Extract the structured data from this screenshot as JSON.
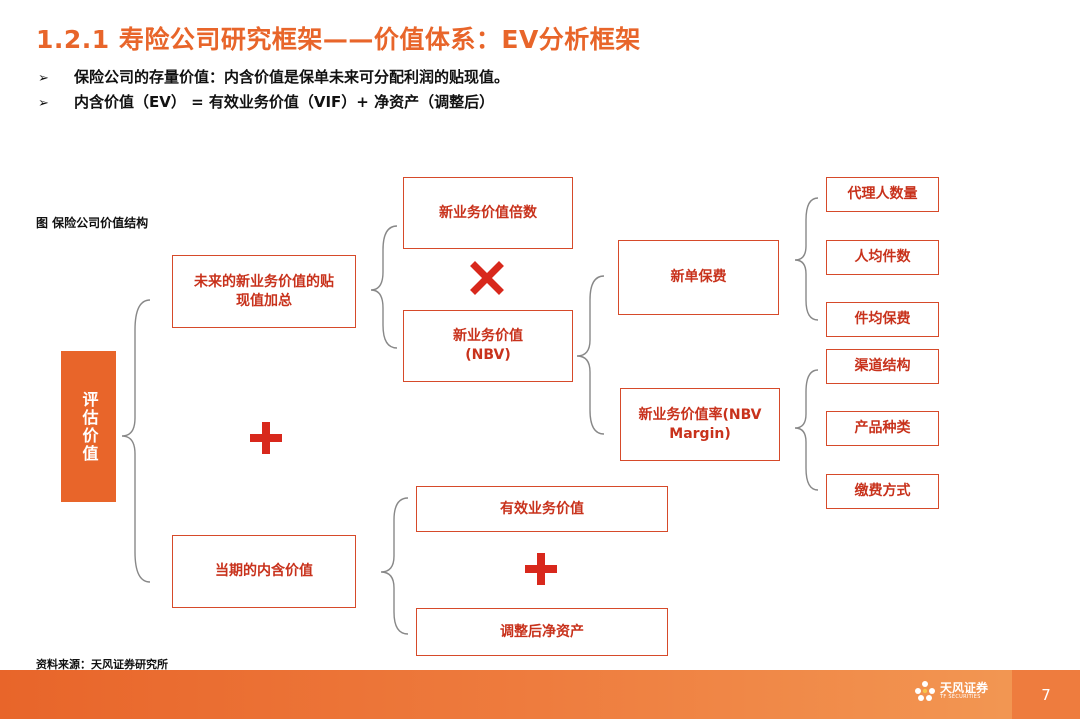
{
  "header": {
    "title": "1.2.1 寿险公司研究框架——价值体系：EV分析框架"
  },
  "bullets": [
    "保险公司的存量价值：内含价值是保单未来可分配利润的贴现值。",
    "内含价值（EV） = 有效业务价值（VIF）+ 净资产（调整后）"
  ],
  "figure": {
    "caption": "图 保险公司价值结构",
    "root": "评估价值",
    "branch_future": "未来的新业务价值的贴\n现值加总",
    "branch_current": "当期的内含价值",
    "nbv_multiple": "新业务价值倍数",
    "nbv": "新业务价值\n(NBV)",
    "new_premium": "新单保费",
    "nbv_margin": "新业务价值率(NBV\nMargin)",
    "agent_count": "代理人数量",
    "per_capita_policies": "人均件数",
    "premium_per_policy": "件均保费",
    "channel_structure": "渠道结构",
    "product_type": "产品种类",
    "payment_method": "缴费方式",
    "vif": "有效业务价值",
    "adjusted_net_assets": "调整后净资产"
  },
  "source": "资料来源：天风证券研究所",
  "footer": {
    "logo_name": "天风证券",
    "logo_sub": "TF SECURITIES",
    "page_number": "7"
  },
  "colors": {
    "accent": "#E8652A",
    "box_text": "#C8321C",
    "operator": "#D8281C"
  }
}
